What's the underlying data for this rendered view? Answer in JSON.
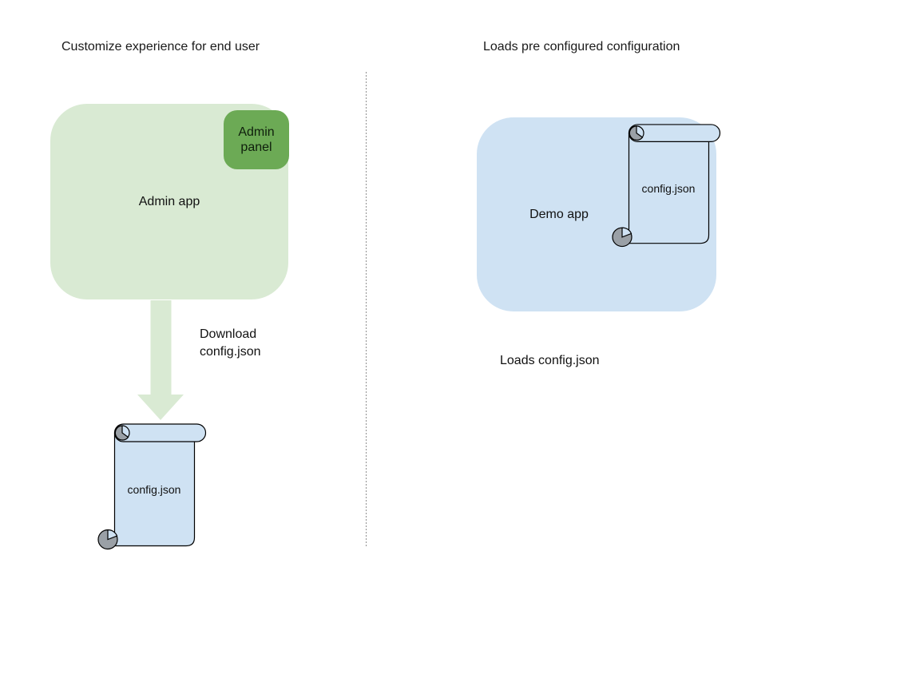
{
  "left": {
    "title": "Customize experience for end user",
    "admin_app_label": "Admin app",
    "admin_panel_label": "Admin panel",
    "download_label": "Download\nconfig.json",
    "config_file_label": "config.json"
  },
  "right": {
    "title": "Loads pre configured configuration",
    "demo_app_label": "Demo app",
    "config_file_label": "config.json",
    "loads_label": "Loads config.json"
  },
  "icons": {
    "config_file": "scroll-icon",
    "download": "down-arrow-icon",
    "separator": "dotted-divider"
  },
  "colors": {
    "admin_app_fill": "#d9ead3",
    "admin_panel_fill": "#6caa55",
    "demo_app_fill": "#cfe2f3",
    "scroll_fill": "#cfe2f3",
    "scroll_curl_gray": "#9aa0a6",
    "arrow_fill": "#d9ead3",
    "outline": "#000000",
    "divider": "#8f8f8f",
    "text": "#111111",
    "background": "#ffffff"
  }
}
